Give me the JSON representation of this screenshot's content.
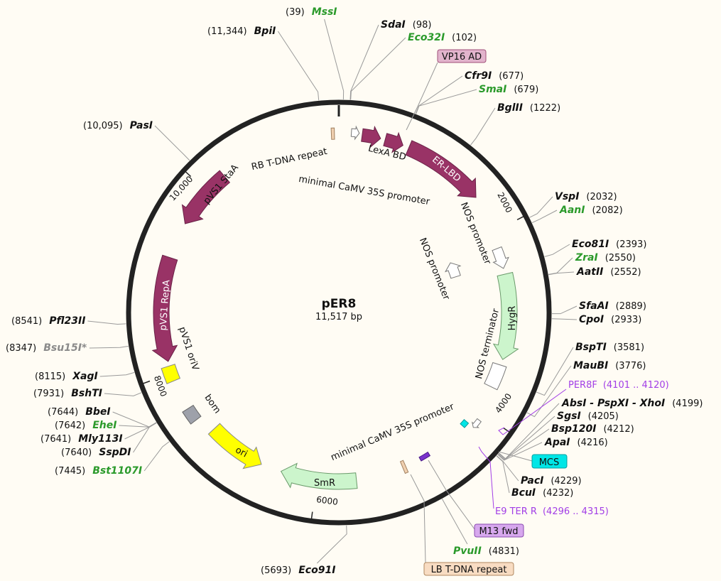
{
  "plasmid": {
    "name": "pER8",
    "size_label": "11,517 bp",
    "total_bp": 11517
  },
  "colors": {
    "feature_dark": "#993366",
    "hygr": "#ccf5cc",
    "smr": "#ccf5cc",
    "yellow": "#ffff00",
    "bom": "#9ea1aa",
    "mcs": "#00e6e6",
    "primer": "#a23ee6",
    "green_enzyme": "#2b9a2b"
  },
  "ticks": [
    "2000",
    "4000",
    "6000",
    "8000",
    "10,000"
  ],
  "enzymes": [
    {
      "name": "MssI",
      "pos": 39,
      "pos_label": "(39)",
      "color": "green"
    },
    {
      "name": "BpiI",
      "pos": 11344,
      "pos_label": "(11,344)"
    },
    {
      "name": "SdaI",
      "pos": 98,
      "pos_label": "(98)"
    },
    {
      "name": "Eco32I",
      "pos": 102,
      "pos_label": "(102)",
      "color": "green"
    },
    {
      "name": "Cfr9I",
      "pos": 677,
      "pos_label": "(677)"
    },
    {
      "name": "SmaI",
      "pos": 679,
      "pos_label": "(679)",
      "color": "green"
    },
    {
      "name": "BglII",
      "pos": 1222,
      "pos_label": "(1222)"
    },
    {
      "name": "VspI",
      "pos": 2032,
      "pos_label": "(2032)"
    },
    {
      "name": "AanI",
      "pos": 2082,
      "pos_label": "(2082)",
      "color": "green"
    },
    {
      "name": "Eco81I",
      "pos": 2393,
      "pos_label": "(2393)"
    },
    {
      "name": "ZraI",
      "pos": 2550,
      "pos_label": "(2550)",
      "color": "green"
    },
    {
      "name": "AatII",
      "pos": 2552,
      "pos_label": "(2552)"
    },
    {
      "name": "SfaAI",
      "pos": 2889,
      "pos_label": "(2889)"
    },
    {
      "name": "CpoI",
      "pos": 2933,
      "pos_label": "(2933)"
    },
    {
      "name": "BspTI",
      "pos": 3581,
      "pos_label": "(3581)"
    },
    {
      "name": "MauBI",
      "pos": 3776,
      "pos_label": "(3776)"
    },
    {
      "name": "AbsI - PspXI - XhoI",
      "pos": 4199,
      "pos_label": "(4199)"
    },
    {
      "name": "SgsI",
      "pos": 4205,
      "pos_label": "(4205)"
    },
    {
      "name": "Bsp120I",
      "pos": 4212,
      "pos_label": "(4212)"
    },
    {
      "name": "ApaI",
      "pos": 4216,
      "pos_label": "(4216)"
    },
    {
      "name": "PacI",
      "pos": 4229,
      "pos_label": "(4229)"
    },
    {
      "name": "BcuI",
      "pos": 4232,
      "pos_label": "(4232)"
    },
    {
      "name": "PvuII",
      "pos": 4831,
      "pos_label": "(4831)",
      "color": "green"
    },
    {
      "name": "Eco91I",
      "pos": 5693,
      "pos_label": "(5693)"
    },
    {
      "name": "Bst1107I",
      "pos": 7445,
      "pos_label": "(7445)",
      "color": "green"
    },
    {
      "name": "SspDI",
      "pos": 7640,
      "pos_label": "(7640)"
    },
    {
      "name": "Mly113I",
      "pos": 7641,
      "pos_label": "(7641)"
    },
    {
      "name": "EheI",
      "pos": 7642,
      "pos_label": "(7642)",
      "color": "green"
    },
    {
      "name": "BbeI",
      "pos": 7644,
      "pos_label": "(7644)"
    },
    {
      "name": "BshTI",
      "pos": 7931,
      "pos_label": "(7931)"
    },
    {
      "name": "XagI",
      "pos": 8115,
      "pos_label": "(8115)"
    },
    {
      "name": "Bsu15I*",
      "pos": 8347,
      "pos_label": "(8347)",
      "color": "grey"
    },
    {
      "name": "Pfl23II",
      "pos": 8541,
      "pos_label": "(8541)"
    },
    {
      "name": "PasI",
      "pos": 10095,
      "pos_label": "(10,095)"
    }
  ],
  "primers": [
    {
      "name": "PER8F",
      "range": "(4101 .. 4120)"
    },
    {
      "name": "E9 TER R",
      "range": "(4296 .. 4315)"
    }
  ],
  "boxed_features": {
    "vp16": "VP16 AD",
    "mcs": "MCS",
    "m13": "M13 fwd",
    "lb": "LB T-DNA repeat"
  },
  "features": {
    "rb": "RB T-DNA repeat",
    "camv_top": "minimal CaMV 35S promoter",
    "lexa": "LexA BD",
    "erlbd": "ER-LBD",
    "nos_outer": "NOS promoter",
    "nos_inner": "NOS promoter",
    "hygr": "HygR",
    "nos_term": "NOS terminator",
    "camv_bottom": "minimal CaMV 35S promoter",
    "smr": "SmR",
    "ori": "ori",
    "bom": "bom",
    "oriv": "pVS1 oriV",
    "repa": "pVS1 RepA",
    "staa": "pVS1 StaA"
  }
}
